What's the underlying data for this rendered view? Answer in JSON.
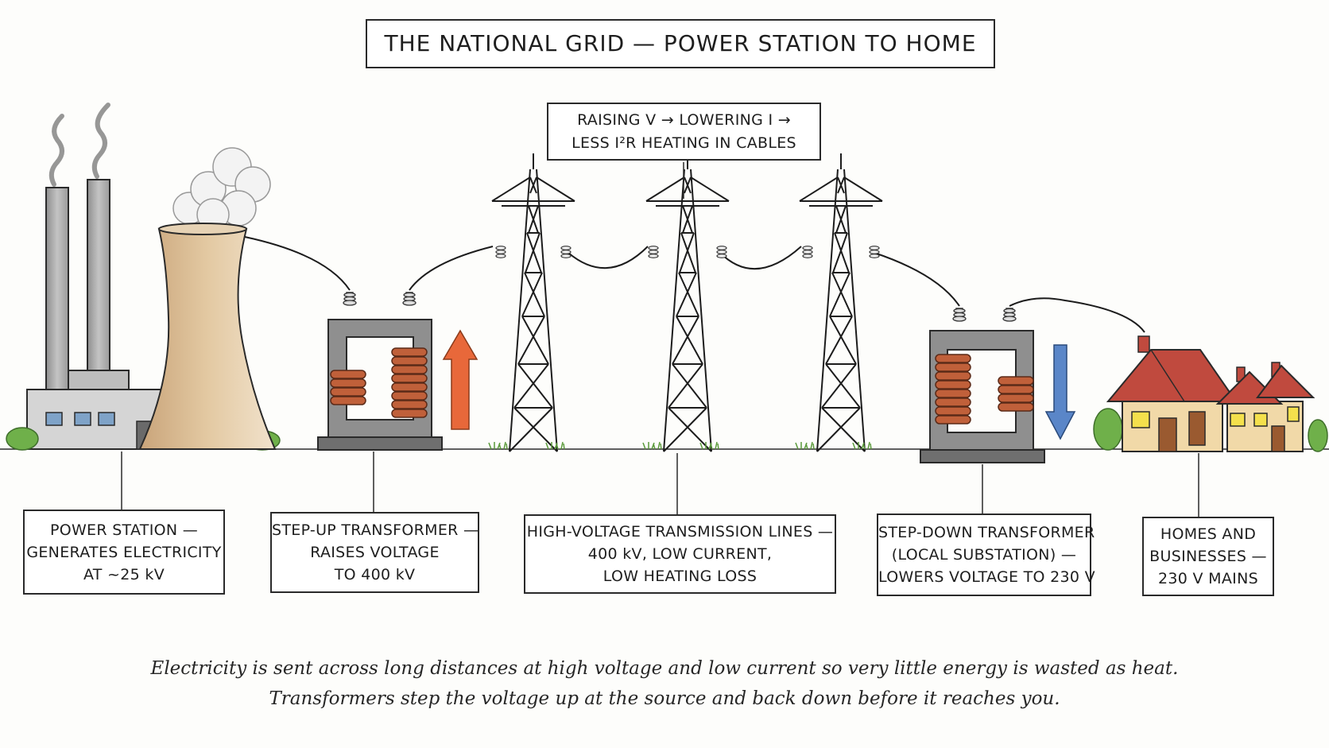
{
  "title": "THE NATIONAL GRID — POWER STATION TO HOME",
  "note": {
    "line1": "RAISING V → LOWERING I →",
    "line2": "LESS I²R HEATING IN CABLES"
  },
  "labels": {
    "power_station": [
      "POWER STATION —",
      "GENERATES ELECTRICITY",
      "AT ~25 kV"
    ],
    "step_up": [
      "STEP-UP TRANSFORMER —",
      "RAISES VOLTAGE",
      "TO 400 kV"
    ],
    "lines": [
      "HIGH-VOLTAGE TRANSMISSION LINES —",
      "400 kV, LOW CURRENT,",
      "LOW HEATING LOSS"
    ],
    "step_down": [
      "STEP-DOWN TRANSFORMER",
      "(LOCAL SUBSTATION) —",
      "LOWERS VOLTAGE TO 230 V"
    ],
    "homes": [
      "HOMES AND",
      "BUSINESSES —",
      "230 V MAINS"
    ]
  },
  "caption": {
    "line1": "Electricity is sent across long distances at high voltage and low current so very little energy is wasted as heat.",
    "line2": "Transformers step the voltage up at the source and back down before it reaches you."
  },
  "colors": {
    "coil": "#c0603a",
    "transformer_core": "#8f8f8f",
    "up_arrow": "#e8683a",
    "down_arrow": "#5a86c8",
    "cooling_tower": "#d8b68e",
    "roof": "#c04a3e",
    "house_wall": "#f1d9a8",
    "grass": "#6fb04a"
  },
  "icons": [
    "factory-icon",
    "cooling-tower-icon",
    "transformer-icon",
    "pylon-icon",
    "house-icon",
    "arrow-up-icon",
    "arrow-down-icon"
  ]
}
